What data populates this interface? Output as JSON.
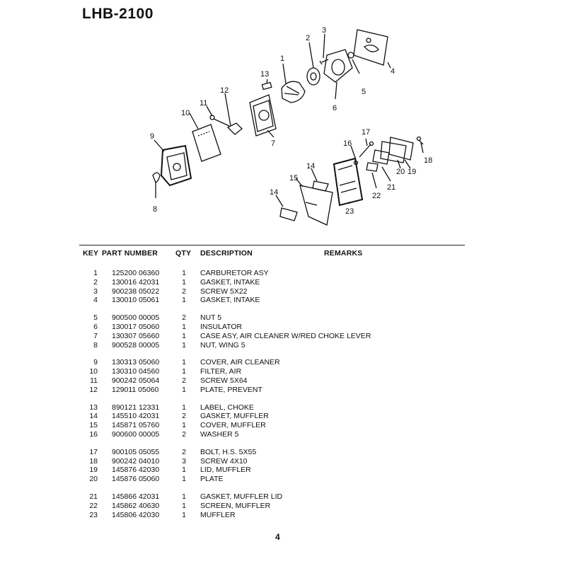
{
  "document": {
    "model": "LHB-2100",
    "page_number": "4"
  },
  "diagram": {
    "callouts": [
      "1",
      "2",
      "3",
      "4",
      "5",
      "6",
      "7",
      "8",
      "9",
      "10",
      "11",
      "12",
      "13",
      "14",
      "14",
      "15",
      "16",
      "17",
      "18",
      "19",
      "20",
      "21",
      "22",
      "23"
    ]
  },
  "table": {
    "headers": {
      "key": "KEY",
      "part_number": "PART NUMBER",
      "qty": "QTY",
      "description": "DESCRIPTION",
      "remarks": "REMARKS"
    },
    "rows": [
      {
        "key": "1",
        "part": "125200 06360",
        "qty": "1",
        "desc": "CARBURETOR ASY"
      },
      {
        "key": "2",
        "part": "130016 42031",
        "qty": "1",
        "desc": "GASKET, INTAKE"
      },
      {
        "key": "3",
        "part": "900238 05022",
        "qty": "2",
        "desc": "SCREW 5X22"
      },
      {
        "key": "4",
        "part": "130010 05061",
        "qty": "1",
        "desc": "GASKET, INTAKE"
      },
      {
        "key": "5",
        "part": "900500 00005",
        "qty": "2",
        "desc": "NUT 5"
      },
      {
        "key": "6",
        "part": "130017 05060",
        "qty": "1",
        "desc": "INSULATOR"
      },
      {
        "key": "7",
        "part": "130307 05660",
        "qty": "1",
        "desc": "CASE ASY, AIR CLEANER W/RED CHOKE LEVER"
      },
      {
        "key": "8",
        "part": "900528 00005",
        "qty": "1",
        "desc": "NUT, WING 5"
      },
      {
        "key": "9",
        "part": "130313 05060",
        "qty": "1",
        "desc": "COVER, AIR CLEANER"
      },
      {
        "key": "10",
        "part": "130310 04560",
        "qty": "1",
        "desc": "FILTER, AIR"
      },
      {
        "key": "11",
        "part": "900242 05064",
        "qty": "2",
        "desc": "SCREW 5X64"
      },
      {
        "key": "12",
        "part": "129011 05060",
        "qty": "1",
        "desc": "PLATE, PREVENT"
      },
      {
        "key": "13",
        "part": "890121 12331",
        "qty": "1",
        "desc": "LABEL, CHOKE"
      },
      {
        "key": "14",
        "part": "145510 42031",
        "qty": "2",
        "desc": "GASKET, MUFFLER"
      },
      {
        "key": "15",
        "part": "145871 05760",
        "qty": "1",
        "desc": "COVER, MUFFLER"
      },
      {
        "key": "16",
        "part": "900600 00005",
        "qty": "2",
        "desc": "WASHER 5"
      },
      {
        "key": "17",
        "part": "900105 05055",
        "qty": "2",
        "desc": "BOLT, H.S. 5X55"
      },
      {
        "key": "18",
        "part": "900242 04010",
        "qty": "3",
        "desc": "SCREW 4X10"
      },
      {
        "key": "19",
        "part": "145876 42030",
        "qty": "1",
        "desc": "LID, MUFFLER"
      },
      {
        "key": "20",
        "part": "145876 05060",
        "qty": "1",
        "desc": "PLATE"
      },
      {
        "key": "21",
        "part": "145866 42031",
        "qty": "1",
        "desc": "GASKET, MUFFLER LID"
      },
      {
        "key": "22",
        "part": "145862 40630",
        "qty": "1",
        "desc": "SCREEN, MUFFLER"
      },
      {
        "key": "23",
        "part": "145806 42030",
        "qty": "1",
        "desc": "MUFFLER"
      }
    ]
  }
}
